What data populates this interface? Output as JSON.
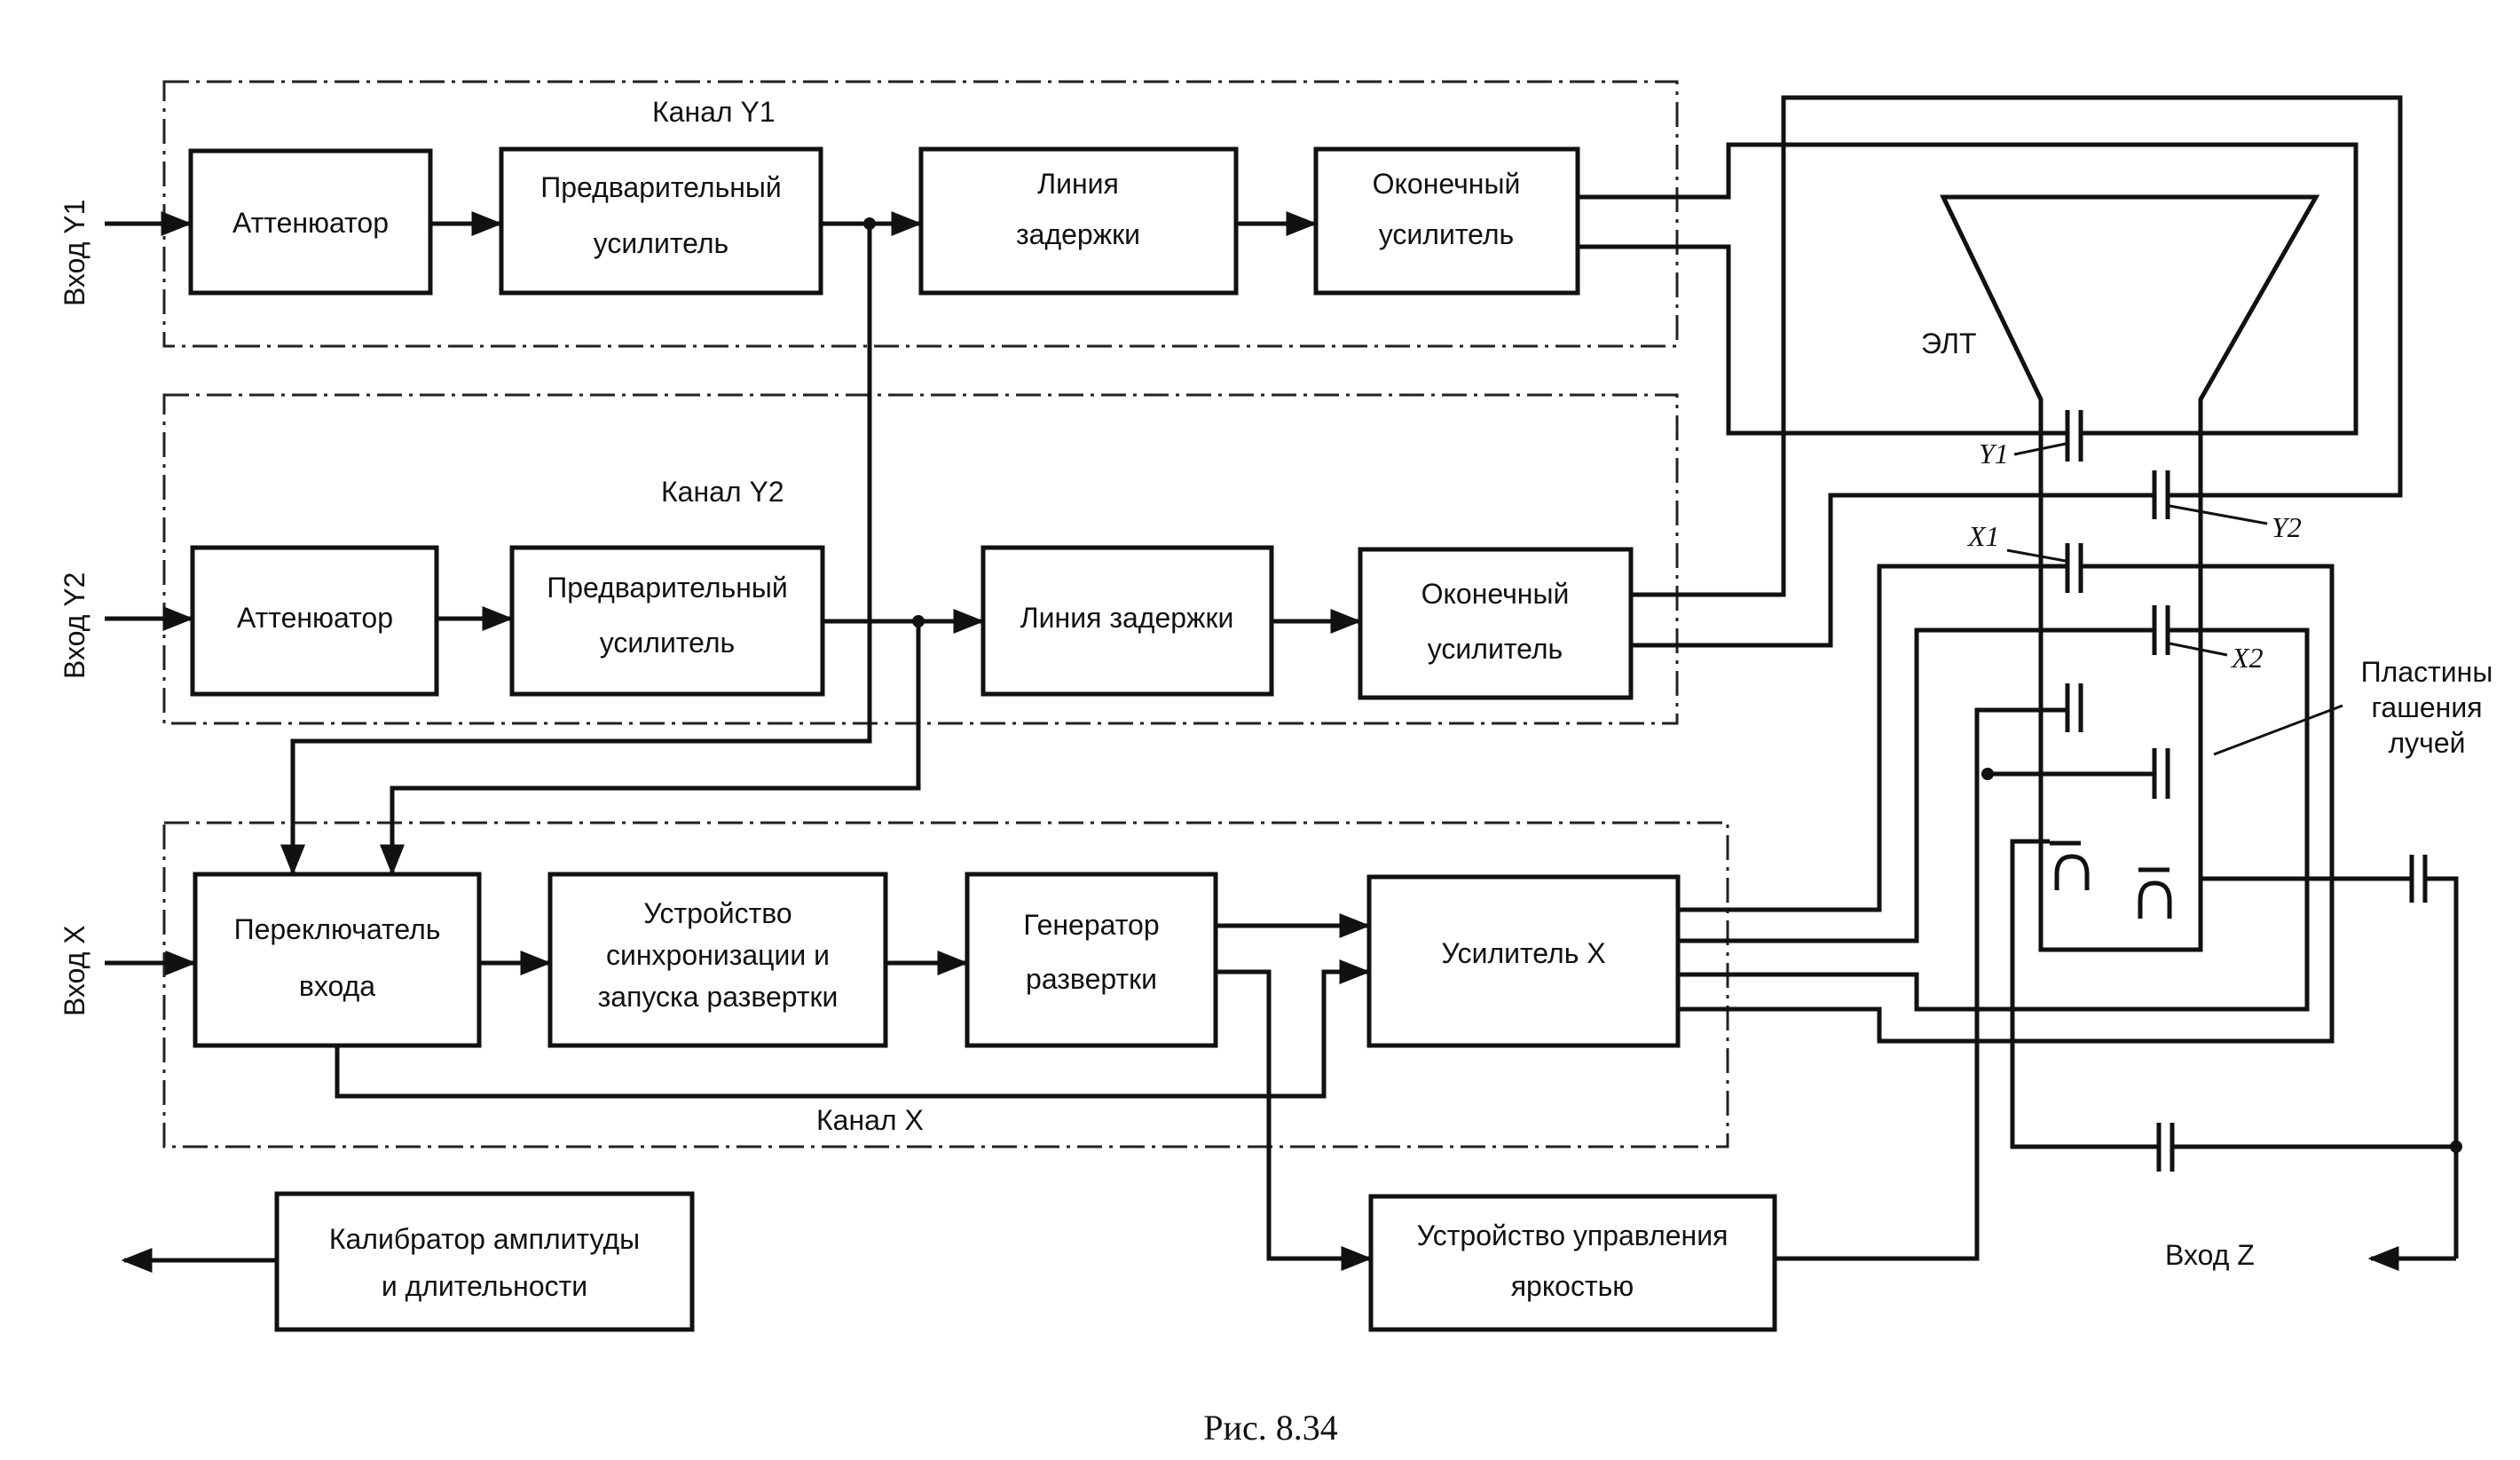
{
  "groups": {
    "channel_y1": "Канал Y1",
    "channel_y2": "Канал Y2",
    "channel_x": "Канал X"
  },
  "inputs": {
    "y1": "Вход Y1",
    "y2": "Вход Y2",
    "x": "Вход X",
    "z": "Вход Z"
  },
  "blocks": {
    "y1_attenuator": "Аттенюатор",
    "y1_preamp": [
      "Предварительный",
      "усилитель"
    ],
    "y1_delay": [
      "Линия",
      "задержки"
    ],
    "y1_output_amp": [
      "Оконечный",
      "усилитель"
    ],
    "y2_attenuator": "Аттенюатор",
    "y2_preamp": [
      "Предварительный",
      "усилитель"
    ],
    "y2_delay": "Линия задержки",
    "y2_output_amp": [
      "Оконечный",
      "усилитель"
    ],
    "input_switch": [
      "Переключатель",
      "входа"
    ],
    "sync": [
      "Устройство",
      "синхронизации и",
      "запуска развертки"
    ],
    "sweep_gen": [
      "Генератор",
      "развертки"
    ],
    "x_amp": "Усилитель X",
    "calibrator": [
      "Калибратор амплитуды",
      "и длительности"
    ],
    "brightness": [
      "Устройство управления",
      "яркостью"
    ]
  },
  "crt": {
    "label": "ЭЛТ",
    "plates": {
      "y1": "Y1",
      "y2": "Y2",
      "x1": "X1",
      "x2": "X2"
    },
    "blanking_plates": [
      "Пластины",
      "гашения",
      "лучей"
    ]
  },
  "caption": "Рис. 8.34"
}
